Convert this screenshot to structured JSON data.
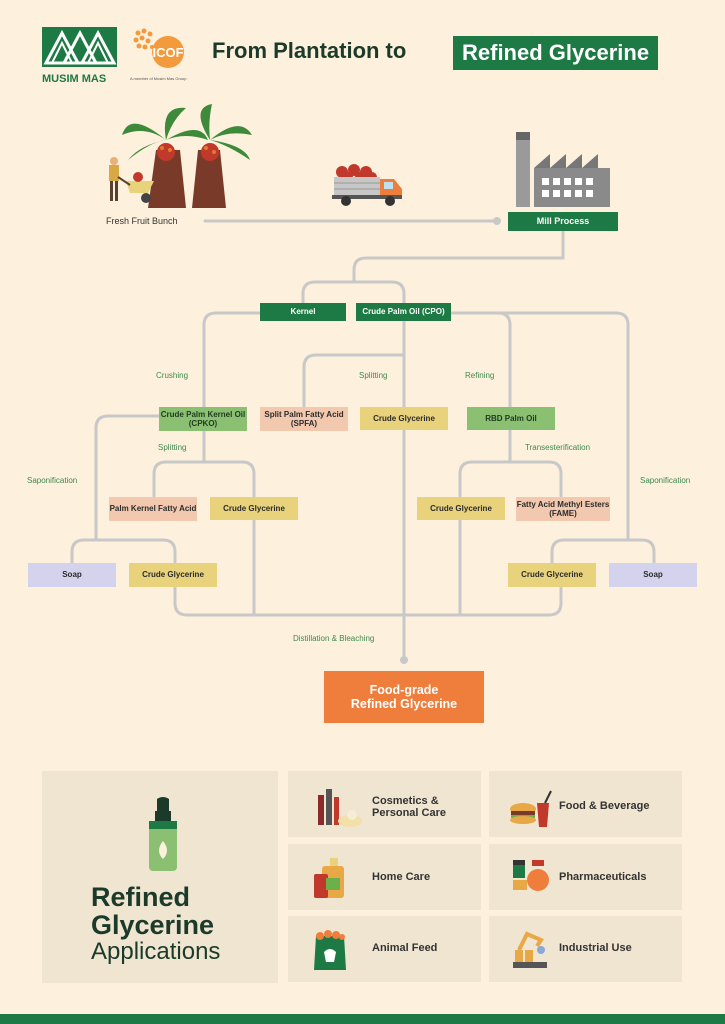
{
  "header": {
    "brand_name": "MUSIM MAS",
    "partner_logo_text": "ICOF",
    "partner_tagline": "A member of Musim Mas Group",
    "title_part1": "From Plantation to",
    "title_part2": "Refined Glycerine"
  },
  "top": {
    "fresh_fruit": "Fresh Fruit Bunch",
    "mill_process": "Mill Process"
  },
  "nodes": {
    "kernel": "Kernel",
    "cpo": "Crude Palm Oil (CPO)",
    "cpko": "Crude Palm Kernel Oil (CPKO)",
    "spfa": "Split Palm Fatty Acid (SPFA)",
    "crude_glycerine_center": "Crude Glycerine",
    "rbd": "RBD Palm Oil",
    "pkfa": "Palm Kernel Fatty Acid",
    "crude_glycerine_left_mid": "Crude Glycerine",
    "crude_glycerine_right_mid": "Crude Glycerine",
    "fame": "Fatty Acid Methyl Esters (FAME)",
    "soap_left": "Soap",
    "crude_glycerine_left_low": "Crude Glycerine",
    "crude_glycerine_right_low": "Crude Glycerine",
    "soap_right": "Soap",
    "final": "Food-grade Refined Glycerine"
  },
  "processes": {
    "crushing": "Crushing",
    "splitting_center": "Splitting",
    "refining": "Refining",
    "splitting_left": "Splitting",
    "transesterification": "Transesterification",
    "saponification_left": "Saponification",
    "saponification_right": "Saponification",
    "distillation": "Distillation & Bleaching"
  },
  "applications": {
    "heading_line1": "Refined",
    "heading_line2": "Glycerine",
    "heading_line3": "Applications",
    "items": [
      {
        "label": "Cosmetics & Personal Care",
        "icon": "cosmetics-icon"
      },
      {
        "label": "Food & Beverage",
        "icon": "food-icon"
      },
      {
        "label": "Home Care",
        "icon": "home-care-icon"
      },
      {
        "label": "Pharmaceuticals",
        "icon": "pharma-icon"
      },
      {
        "label": "Animal Feed",
        "icon": "animal-feed-icon"
      },
      {
        "label": "Industrial Use",
        "icon": "industrial-icon"
      }
    ]
  },
  "colors": {
    "background": "#fdf0dc",
    "brand_green": "#1e7a44",
    "connector": "#c8c8c8",
    "final_orange": "#ef7d3c"
  }
}
